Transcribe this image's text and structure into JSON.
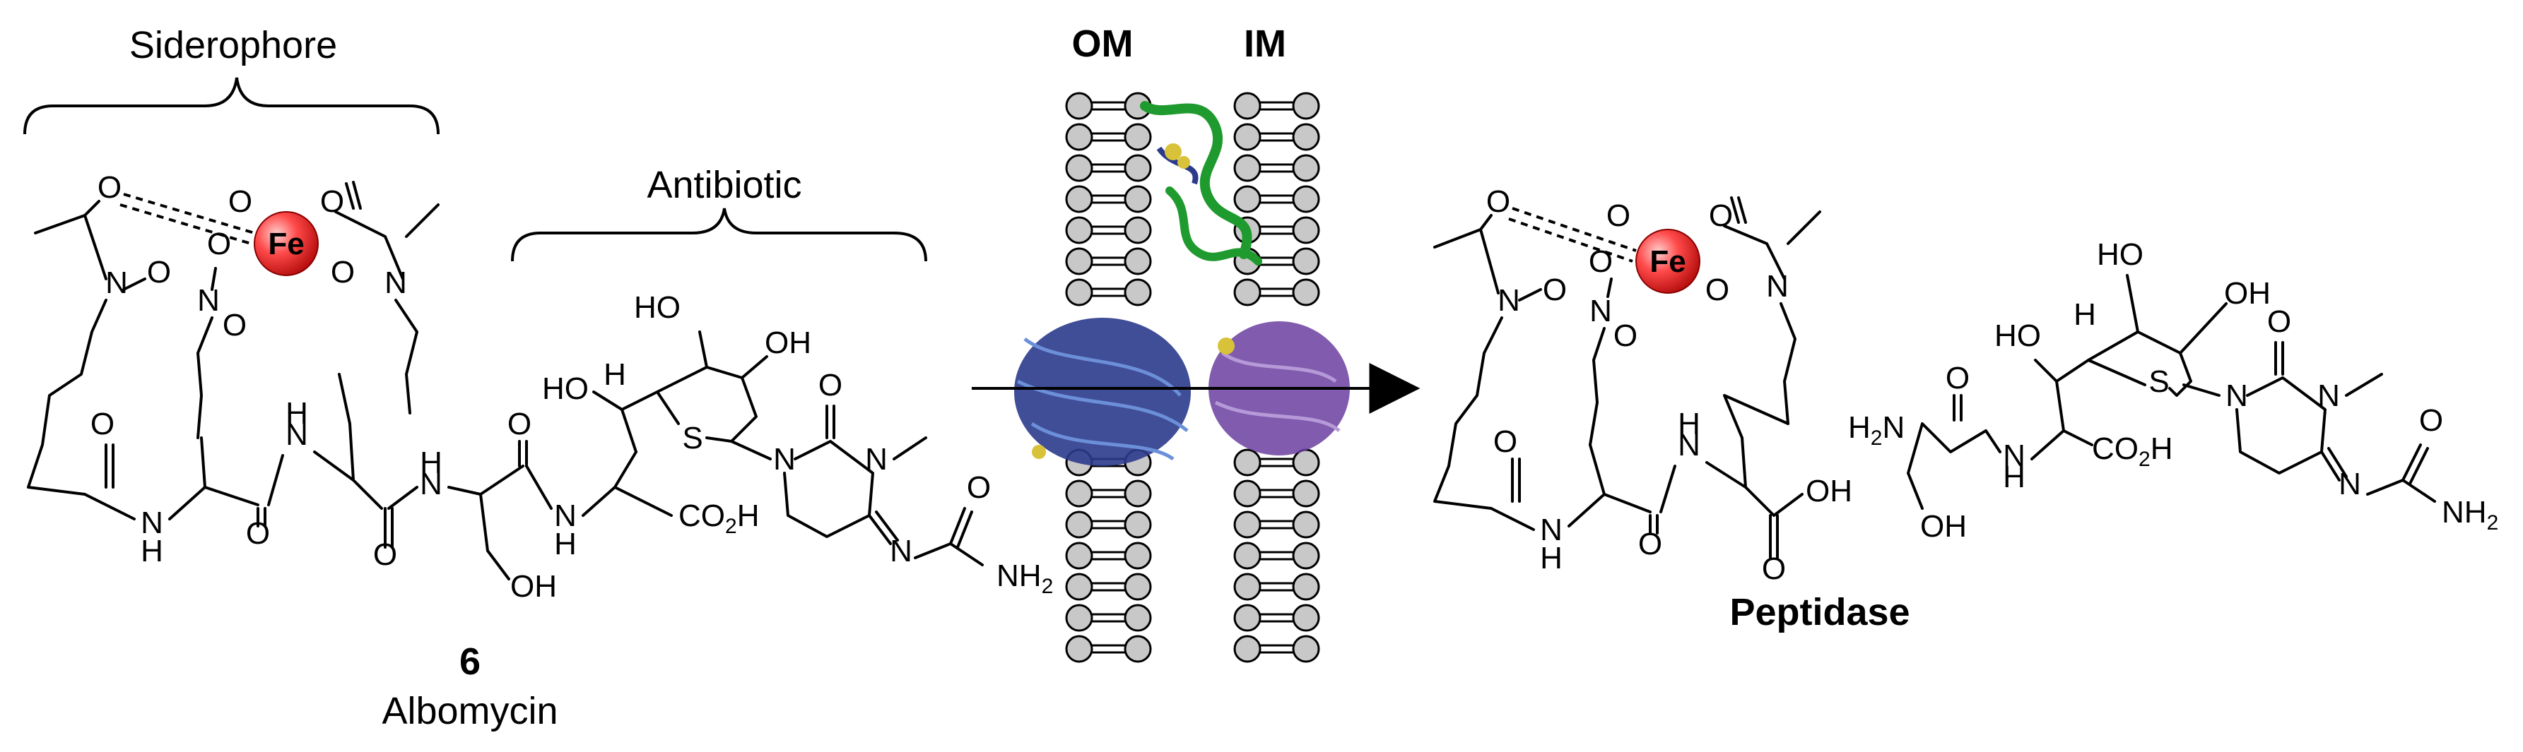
{
  "labels": {
    "siderophore": "Siderophore",
    "antibiotic": "Antibiotic",
    "compound_number": "6",
    "compound_name": "Albomycin",
    "outer_membrane": "OM",
    "inner_membrane": "IM",
    "enzyme": "Peptidase"
  },
  "atoms": {
    "fe": "Fe",
    "o": "O",
    "n": "N",
    "h": "H",
    "s": "S",
    "ho": "HO",
    "oh": "OH",
    "co2h": "CO",
    "two": "2",
    "nh": "NH",
    "h2n": "H",
    "nh2": "NH"
  },
  "colors": {
    "iron": "#e62020",
    "lipid_head": "#c8c8c8",
    "protein_green": "#1f9a2e",
    "protein_blue": "#2b3a8c",
    "protein_purple": "#6b3fa0",
    "protein_yellow": "#d8c23a"
  },
  "icons": [
    "iron-center-icon",
    "lipid-bilayer-icon",
    "transporter-protein-icon",
    "reaction-arrow-icon"
  ]
}
